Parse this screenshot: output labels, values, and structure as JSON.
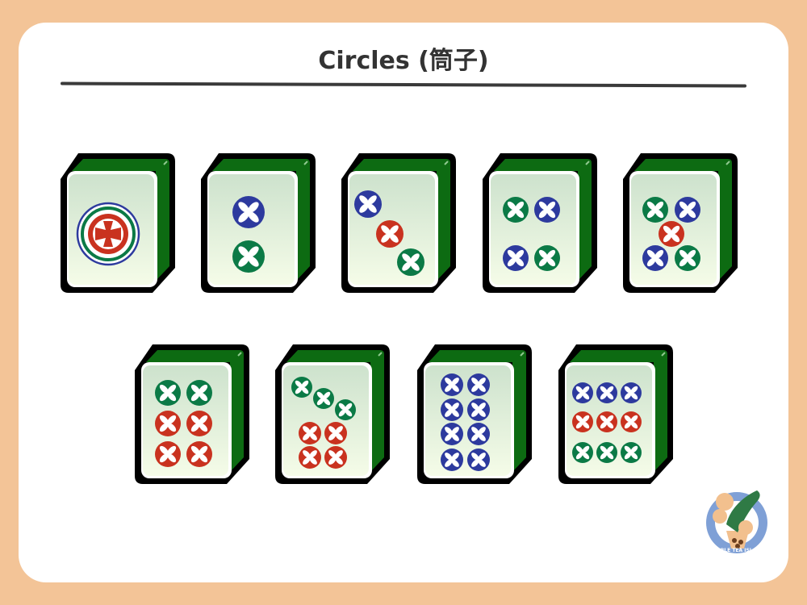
{
  "title": "Circles (筒子)",
  "colors": {
    "green": "#0b7a46",
    "red": "#c9321f",
    "blue": "#2d3a9e",
    "tile_side": "#0d6b12"
  },
  "tiles": [
    {
      "name": "1-circle",
      "value": 1
    },
    {
      "name": "2-circles",
      "value": 2
    },
    {
      "name": "3-circles",
      "value": 3
    },
    {
      "name": "4-circles",
      "value": 4
    },
    {
      "name": "5-circles",
      "value": 5
    },
    {
      "name": "6-circles",
      "value": 6
    },
    {
      "name": "7-circles",
      "value": 7
    },
    {
      "name": "8-circles",
      "value": 8
    },
    {
      "name": "9-circles",
      "value": 9
    }
  ],
  "logo": {
    "text": "BUBBLE TEA ISLAND"
  }
}
